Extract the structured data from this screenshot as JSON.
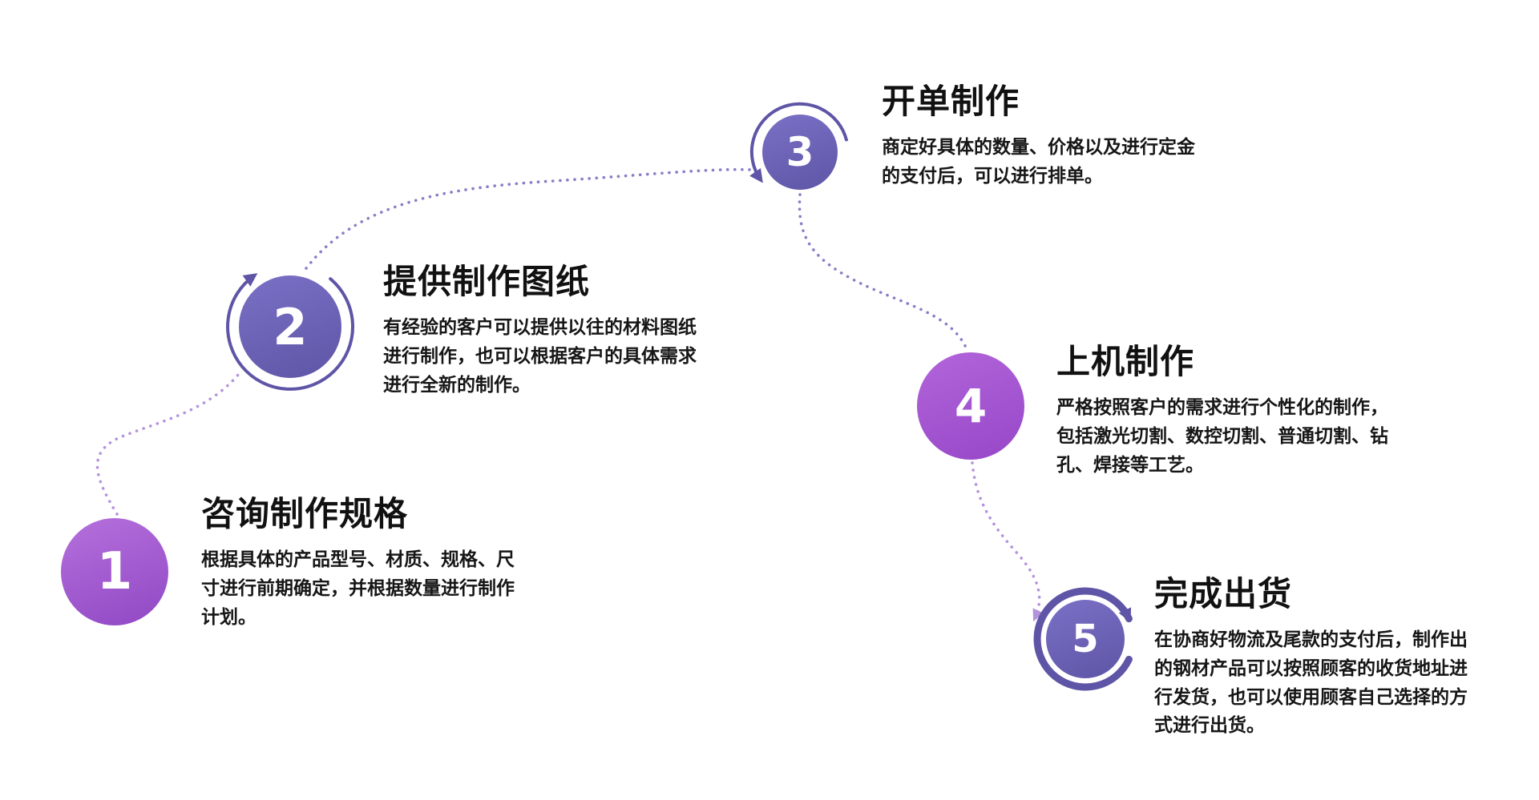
{
  "diagram": {
    "kind": "process-flow",
    "steps": [
      {
        "number": "1",
        "title": "咨询制作规格",
        "description": "根据具体的产品型号、材质、规格、尺寸进行前期确定，并根据数量进行制作计划。"
      },
      {
        "number": "2",
        "title": "提供制作图纸",
        "description": "有经验的客户可以提供以往的材料图纸进行制作，也可以根据客户的具体需求进行全新的制作。"
      },
      {
        "number": "3",
        "title": "开单制作",
        "description": "商定好具体的数量、价格以及进行定金的支付后，可以进行排单。"
      },
      {
        "number": "4",
        "title": "上机制作",
        "description": "严格按照客户的需求进行个性化的制作，包括激光切割、数控切割、普通切割、钻孔、焊接等工艺。"
      },
      {
        "number": "5",
        "title": "完成出货",
        "description": "在协商好物流及尾款的支付后，制作出的钢材产品可以按照顾客的收货地址进行发货，也可以使用顾客自己选择的方式进行出货。"
      }
    ],
    "colors": {
      "circle_purple": "#A35FD2",
      "circle_indigo": "#6A61B7",
      "arc_indigo": "#5E55A6",
      "connector_light": "#B393DC",
      "connector_dark": "#8A7DC8",
      "number_text": "#FFFFFF",
      "text": "#111111",
      "background": "#FFFFFF"
    }
  }
}
